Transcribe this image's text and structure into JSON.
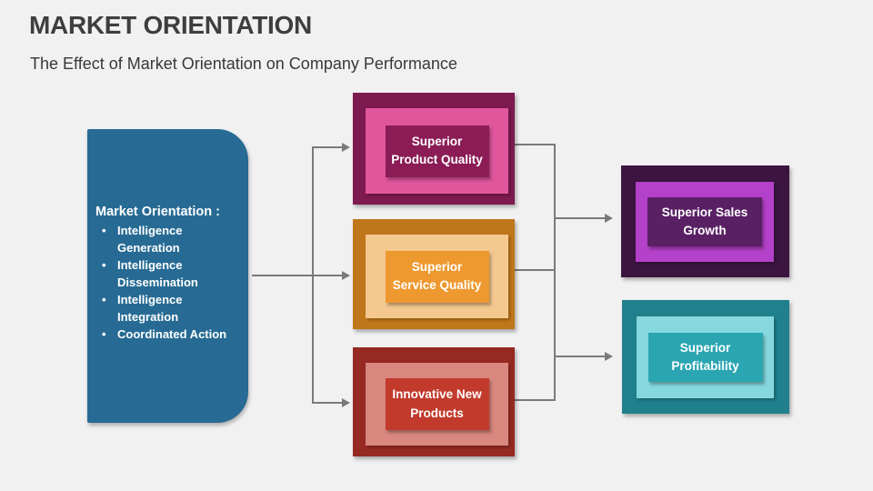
{
  "slide": {
    "title": "MARKET ORIENTATION",
    "subtitle": "The Effect of Market Orientation on Company Performance",
    "background": "#f1f1f2"
  },
  "source_box": {
    "heading": "Market Orientation :",
    "bullets": [
      "Intelligence\nGeneration",
      "Intelligence\nDissemination",
      "Intelligence\nIntegration",
      "Coordinated Action"
    ],
    "fill": "#276b94",
    "text_color": "#ffffff"
  },
  "middle_boxes": [
    {
      "label": "Superior\nProduct Quality",
      "outer": "#7d1a4f",
      "mid": "#e0569d",
      "inner": "#8b1c56"
    },
    {
      "label": "Superior\nService Quality",
      "outer": "#c0761a",
      "mid": "#f5c890",
      "inner": "#ee9930"
    },
    {
      "label": "Innovative New\nProducts",
      "outer": "#962a22",
      "mid": "#d9877f",
      "inner": "#c23a2c"
    }
  ],
  "result_boxes": [
    {
      "label": "Superior Sales\nGrowth",
      "outer": "#3b1540",
      "mid": "#b441c9",
      "inner": "#5a2064"
    },
    {
      "label": "Superior\nProfitability",
      "outer": "#20808c",
      "mid": "#85d9de",
      "inner": "#2ba5b2"
    }
  ],
  "connectors": {
    "line": "#7a7a7a"
  }
}
